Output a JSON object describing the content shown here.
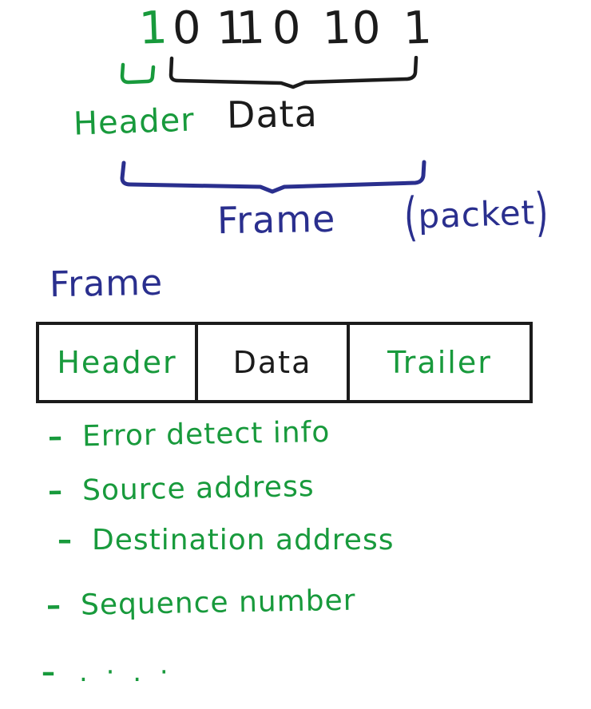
{
  "colors": {
    "green": "#189a3c",
    "blue": "#2a2f8e",
    "black": "#1b1b1b"
  },
  "bit_diagram": {
    "bits": [
      "1",
      "0",
      "1",
      "1",
      "0",
      "1",
      "0",
      "1"
    ],
    "header_label": "Header",
    "data_label": "Data"
  },
  "frame_brace": {
    "label": "Frame",
    "paren_open": "(",
    "paren_word": "packet",
    "paren_close": ")"
  },
  "frame_table": {
    "title": "Frame",
    "cells": [
      {
        "label": "Header",
        "color": "green"
      },
      {
        "label": "Data",
        "color": "black"
      },
      {
        "label": "Trailer",
        "color": "green"
      }
    ]
  },
  "trailer_list": {
    "marker": "–",
    "items": [
      "Error detect info",
      "Source address",
      "Destination address",
      "Sequence number",
      ". · . ·"
    ]
  }
}
